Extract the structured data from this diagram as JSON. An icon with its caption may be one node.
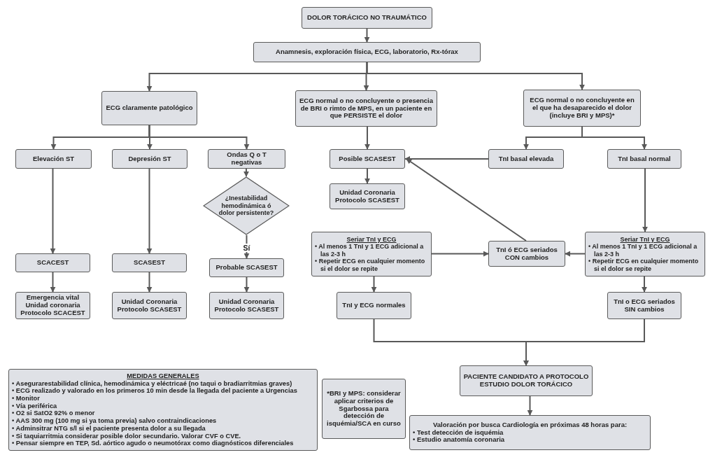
{
  "diagram": {
    "nodes": [
      {
        "text": [
          "DOLOR TORÁCICO NO TRAUMÁTICO"
        ]
      },
      {
        "text": [
          "Anamnesis, exploración física, ECG, laboratorio, Rx-tórax"
        ]
      },
      {
        "text": [
          "ECG claramente patológico"
        ]
      },
      {
        "text": [
          "ECG normal o no concluyente o presencia de BRI o rimto de MPS, en un paciente en que PERSISTE el dolor"
        ]
      },
      {
        "text": [
          "ECG normal o no concluyente en el que ha desaparecido el dolor (incluye BRI y MPS)*"
        ]
      },
      {
        "text": [
          "Elevación ST"
        ]
      },
      {
        "text": [
          "Depresión ST"
        ]
      },
      {
        "text": [
          "Ondas Q o T negativas"
        ]
      },
      {
        "text": [
          "Posible SCASEST"
        ]
      },
      {
        "text": [
          "TnI basal elevada"
        ]
      },
      {
        "text": [
          "TnI basal normal"
        ]
      },
      {
        "text": [
          "Unidad Coronaria Protocolo SCASEST"
        ]
      },
      {
        "text": [
          "¿Inestabilidad hemodinámica ó dolor persistente?"
        ]
      },
      {
        "text": [
          "Seriar TnI y ECG",
          "• Al menos 1 TnI y 1 ECG adicional a las 2-3 h",
          "• Repetir ECG en cualquier momento si el dolor se repite"
        ]
      },
      {
        "text": [
          "TnI ó ECG seriados CON cambios"
        ]
      },
      {
        "text": [
          "Seriar TnI y ECG",
          "• Al menos 1 TnI y 1 ECG adicional a las 2-3 h",
          "• Repetir ECG en cualquier momento si el dolor se repite"
        ]
      },
      {
        "text": [
          "SCACEST"
        ]
      },
      {
        "text": [
          "SCASEST"
        ]
      },
      {
        "text": [
          "Probable SCASEST"
        ]
      },
      {
        "text": [
          "Emergencia vital Unidad coronaria Protocolo SCACEST"
        ]
      },
      {
        "text": [
          "Unidad Coronaria Protocolo SCASEST"
        ]
      },
      {
        "text": [
          "Unidad Coronaria Protocolo SCASEST"
        ]
      },
      {
        "text": [
          "TnI y ECG normales"
        ]
      },
      {
        "text": [
          "TnI o ECG seriados SIN cambios"
        ]
      },
      {
        "text": [
          "PACIENTE CANDIDATO A PROTOCOLO ESTUDIO DOLOR TORÁCICO"
        ]
      },
      {
        "text": [
          "Valoración por busca Cardiología en próximas 48 horas para:",
          "• Test detección de isquémia",
          "• Estudio anatomía coronaria"
        ]
      },
      {
        "text": [
          "MEDIDAS GENERALES",
          "• Asegurarestabilidad clínica, hemodinámica y eléctricaé (no taqui o bradiarritmias graves)",
          "• ECG realizado y valorado en los primeros 10 min desde la llegada del paciente a Urgencias",
          "• Monitor",
          "• Vía periférica",
          "• O2 si SatO2 92% o menor",
          "• AAS 300 mg (100 mg si ya toma previa) salvo contraindicaciones",
          "• Adminsitrar NTG s/l si el paciente presenta dolor a su llegada",
          "• Si taquiarritmia considerar posible dolor secundario. Valorar CVF o CVE.",
          "• Pensar siempre en TEP, Sd. aórtico agudo o neumotórax como diagnósticos diferenciales"
        ]
      },
      {
        "text": [
          "*BRI y MPS: considerar aplicar criterios de Sgarbossa para detección de isquémia/SCA en curso"
        ]
      }
    ],
    "edges": [
      {
        "from": 0,
        "to": 1,
        "arrow": "to"
      },
      {
        "from": 1,
        "to": 2,
        "arrow": "to"
      },
      {
        "from": 1,
        "to": 3,
        "arrow": "to"
      },
      {
        "from": 1,
        "to": 4,
        "arrow": "to"
      },
      {
        "from": 2,
        "to": 5,
        "arrow": "to"
      },
      {
        "from": 2,
        "to": 6,
        "arrow": "to"
      },
      {
        "from": 2,
        "to": 7,
        "arrow": "to"
      },
      {
        "from": 3,
        "to": 8,
        "arrow": "to"
      },
      {
        "from": 4,
        "to": 9,
        "arrow": "to"
      },
      {
        "from": 4,
        "to": 10,
        "arrow": "to"
      },
      {
        "from": 5,
        "to": 16,
        "arrow": "to"
      },
      {
        "from": 6,
        "to": 17,
        "arrow": "to"
      },
      {
        "from": 7,
        "to": 12,
        "arrow": "to"
      },
      {
        "from": 12,
        "to": 18,
        "arrow": "to",
        "label": "Sí"
      },
      {
        "from": 16,
        "to": 19,
        "arrow": "to"
      },
      {
        "from": 17,
        "to": 20,
        "arrow": "to"
      },
      {
        "from": 18,
        "to": 21,
        "arrow": "to"
      },
      {
        "from": 8,
        "to": 11,
        "arrow": "to"
      },
      {
        "from": 9,
        "to": 8,
        "arrow": "to"
      },
      {
        "from": 14,
        "to": 8,
        "arrow": "to"
      },
      {
        "from": 10,
        "to": 15,
        "arrow": "to"
      },
      {
        "from": 13,
        "to": 14,
        "arrow": "to"
      },
      {
        "from": 15,
        "to": 14,
        "arrow": "to"
      },
      {
        "from": 13,
        "to": 22,
        "arrow": "to"
      },
      {
        "from": 15,
        "to": 23,
        "arrow": "to"
      },
      {
        "from": 22,
        "to": 24,
        "arrow": "to"
      },
      {
        "from": 23,
        "to": 24,
        "arrow": "to"
      },
      {
        "from": 24,
        "to": 25,
        "arrow": "to"
      }
    ]
  }
}
